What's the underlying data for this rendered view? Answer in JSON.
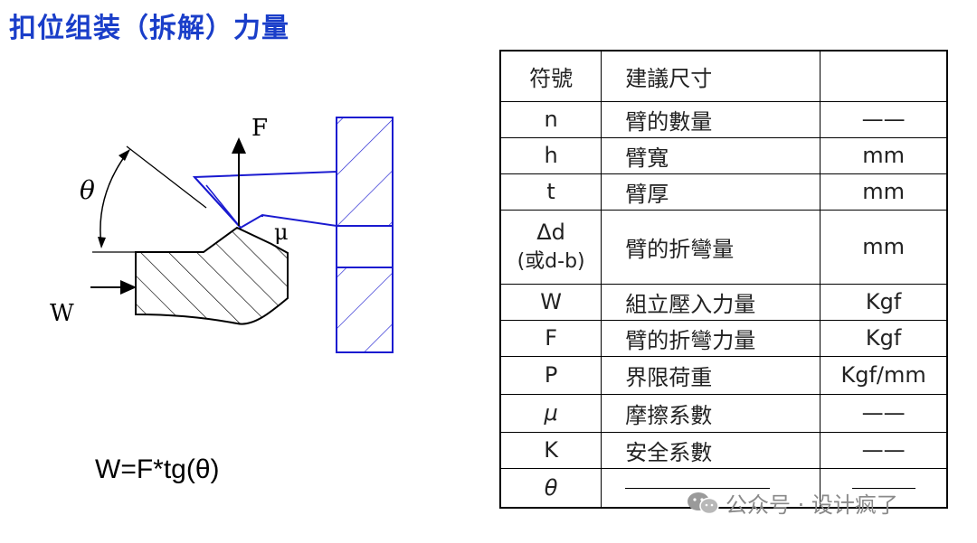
{
  "title": "扣位组装（拆解）力量",
  "formula": "W=F*tg(θ)",
  "diagram": {
    "label_f": "F",
    "label_theta": "θ",
    "label_mu": "μ",
    "label_w": "W"
  },
  "table": {
    "headers": [
      "符號",
      "建議尺寸",
      ""
    ],
    "rows": [
      {
        "symbol": "n",
        "name": "臂的數量",
        "unit": "——"
      },
      {
        "symbol": "h",
        "name": "臂寬",
        "unit": "mm"
      },
      {
        "symbol": "t",
        "name": "臂厚",
        "unit": "mm"
      },
      {
        "symbol": "Δd",
        "symbol2": "(或d-b)",
        "name": "臂的折彎量",
        "unit": "mm"
      },
      {
        "symbol": "W",
        "name": "組立壓入力量",
        "unit": "Kgf"
      },
      {
        "symbol": "F",
        "name": "臂的折彎力量",
        "unit": "Kgf"
      },
      {
        "symbol": "P",
        "name": "界限荷重",
        "unit": "Kgf/mm"
      },
      {
        "symbol": "μ",
        "name": "摩擦系數",
        "unit": "——"
      },
      {
        "symbol": "K",
        "name": "安全系數",
        "unit": "——"
      },
      {
        "symbol": "θ",
        "name": "",
        "unit": ""
      }
    ]
  },
  "watermark": "公众号 · 设计疯了"
}
